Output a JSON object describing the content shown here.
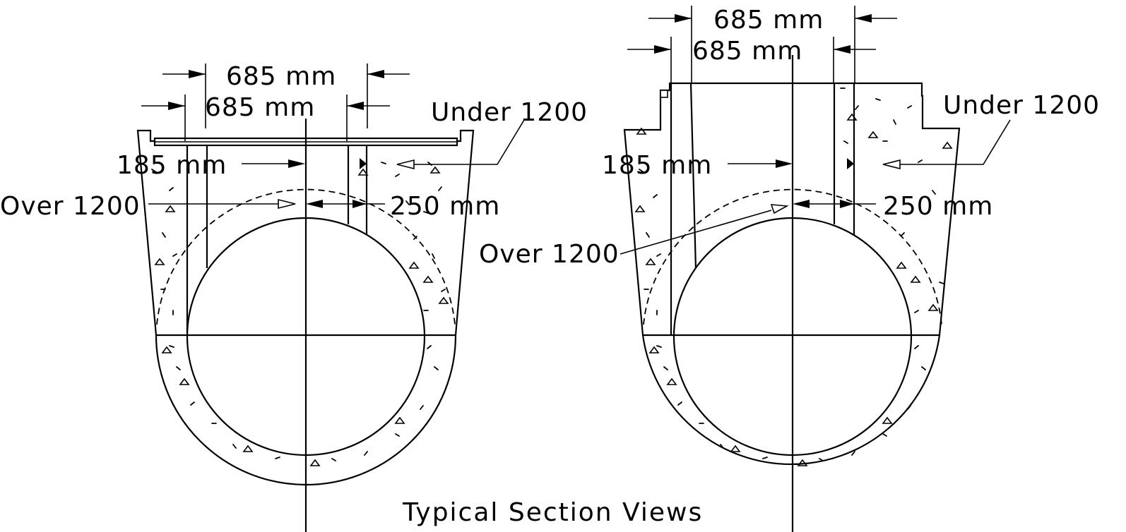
{
  "title": "Typical Section Views",
  "left_view": {
    "dim_outer_opening": "685 mm",
    "dim_inner_opening": "685 mm",
    "dim_wall": "185 mm",
    "dim_side": "250 mm",
    "label_under": "Under 1200",
    "label_over": "Over 1200"
  },
  "right_view": {
    "dim_outer_opening": "685 mm",
    "dim_inner_opening": "685 mm",
    "dim_wall": "185 mm",
    "dim_side": "250 mm",
    "label_under": "Under 1200",
    "label_over": "Over 1200"
  },
  "colors": {
    "line": "#000000",
    "background": "#ffffff"
  }
}
